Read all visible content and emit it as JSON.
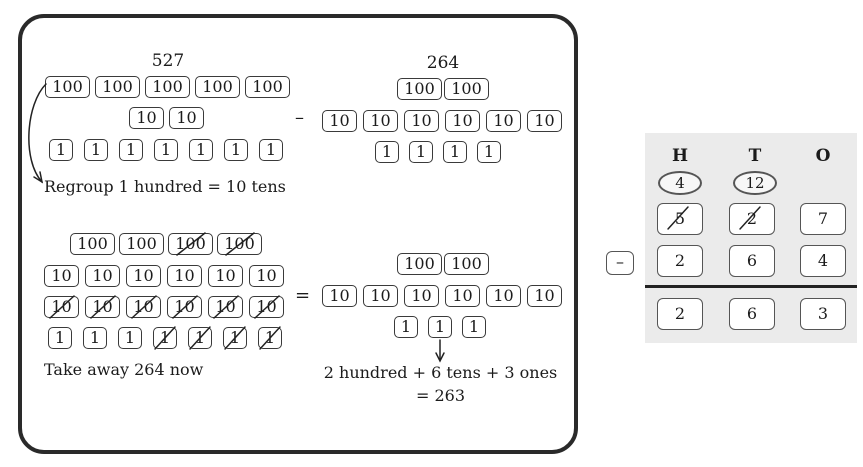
{
  "top_left": {
    "number": "527",
    "hundreds": [
      "100",
      "100",
      "100",
      "100",
      "100"
    ],
    "tens": [
      "10",
      "10"
    ],
    "ones": [
      "1",
      "1",
      "1",
      "1",
      "1",
      "1",
      "1"
    ],
    "regroup_note": "Regroup 1 hundred = 10 tens"
  },
  "top_right": {
    "number": "264",
    "hundreds": [
      "100",
      "100"
    ],
    "tens": [
      "10",
      "10",
      "10",
      "10",
      "10",
      "10"
    ],
    "ones": [
      "1",
      "1",
      "1",
      "1"
    ]
  },
  "top_operator": "–",
  "bottom_left": {
    "hundreds": [
      "100",
      "100",
      "100",
      "100"
    ],
    "tens_row_1": [
      "10",
      "10",
      "10",
      "10",
      "10",
      "10"
    ],
    "tens_row_2": [
      "10",
      "10",
      "10",
      "10",
      "10",
      "10"
    ],
    "ones": [
      "1",
      "1",
      "1",
      "1",
      "1",
      "1",
      "1"
    ],
    "note": "Take away 264 now"
  },
  "bottom_operator": "=",
  "bottom_right": {
    "hundreds": [
      "100",
      "100"
    ],
    "tens": [
      "10",
      "10",
      "10",
      "10",
      "10",
      "10"
    ],
    "ones": [
      "1",
      "1",
      "1"
    ],
    "result_line_1": "2 hundred + 6 tens + 3 ones",
    "result_line_2": "= 263"
  },
  "place_value": {
    "headers": [
      "H",
      "T",
      "O"
    ],
    "regrouped": [
      "4",
      "12"
    ],
    "minuend": [
      "5",
      "2",
      "7"
    ],
    "subtrahend": [
      "2",
      "6",
      "4"
    ],
    "difference": [
      "2",
      "6",
      "3"
    ],
    "operator": "–"
  }
}
